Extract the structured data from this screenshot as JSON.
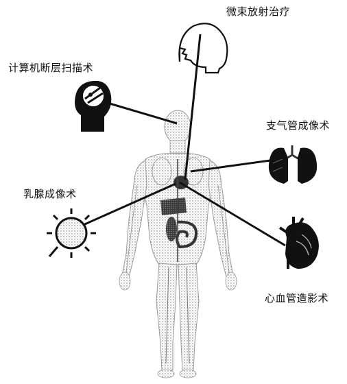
{
  "labels": {
    "microbeam_radiotherapy": "微束放射治疗",
    "ct_scan": "计算机断层扫描术",
    "bronchography": "支气管成像术",
    "mammography": "乳腺成像术",
    "angiography": "心血管造影术"
  },
  "colors": {
    "ink": "#111111",
    "body_stipple": "#cfcfcf",
    "organ_fill": "#555555",
    "background": "#ffffff"
  }
}
